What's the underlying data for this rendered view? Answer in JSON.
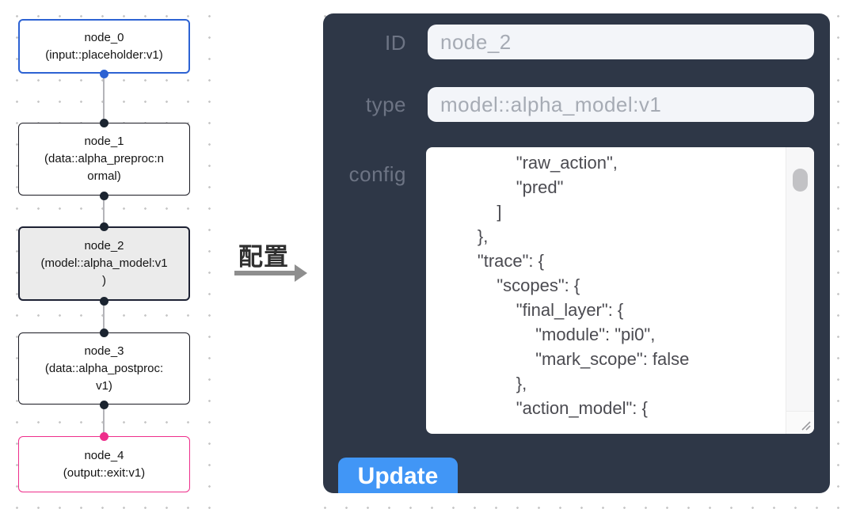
{
  "canvas": {
    "nodes": [
      {
        "id": "node_0",
        "title": "node_0",
        "subtitle": "(input::placeholder:v1)",
        "kind": "input"
      },
      {
        "id": "node_1",
        "title": "node_1",
        "subtitle": "(data::alpha_preproc:n\normal)",
        "kind": "data"
      },
      {
        "id": "node_2",
        "title": "node_2",
        "subtitle": "(model::alpha_model:v1\n)",
        "kind": "model",
        "selected": true
      },
      {
        "id": "node_3",
        "title": "node_3",
        "subtitle": "(data::alpha_postproc:\nv1)",
        "kind": "data"
      },
      {
        "id": "node_4",
        "title": "node_4",
        "subtitle": "(output::exit:v1)",
        "kind": "output"
      }
    ]
  },
  "annotation": {
    "label": "配置",
    "arrow_direction": "right"
  },
  "panel": {
    "fields": {
      "id": {
        "label": "ID",
        "value": "node_2"
      },
      "type": {
        "label": "type",
        "value": "model::alpha_model:v1"
      },
      "config": {
        "label": "config",
        "lines": [
          "                \"raw_action\",",
          "                \"pred\"",
          "            ]",
          "        },",
          "        \"trace\": {",
          "            \"scopes\": {",
          "                \"final_layer\": {",
          "                    \"module\": \"pi0\",",
          "                    \"mark_scope\": false",
          "                },",
          "                \"action_model\": {"
        ]
      }
    },
    "button": {
      "label": "Update"
    }
  },
  "colors": {
    "node-blue": "#2d62d3",
    "node-dark-border": "#191922",
    "node-selected-border": "#1d2133",
    "node-selected-bg": "#ebebeb",
    "node-pink": "#ee2e8b",
    "edge-gray": "#b4b4b9",
    "dot-gray": "#c8c8c8",
    "panel-bg": "#2e3747",
    "field-label": "#6d7484",
    "input-bg": "#f3f5f9",
    "input-text": "#a6abb4",
    "config-text": "#4b4b51",
    "button-blue": "#4196f6",
    "arrow-gray": "#8e8e8e",
    "annotation-text": "#2f2f2f"
  }
}
